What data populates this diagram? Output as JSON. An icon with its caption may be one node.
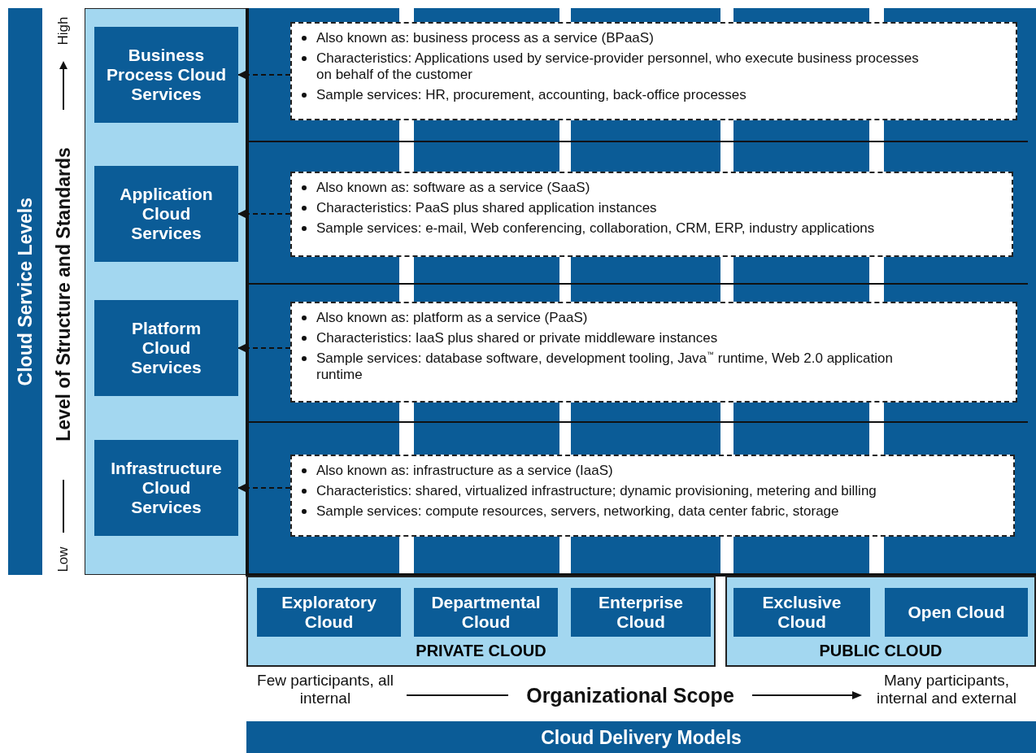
{
  "diagram": {
    "nodes": [
      {
        "text": [
          "Cloud Service Levels"
        ]
      },
      {
        "text": [
          "Business Process Cloud Services"
        ]
      },
      {
        "text": [
          "Application Cloud Services"
        ]
      },
      {
        "text": [
          "Platform Cloud Services"
        ]
      },
      {
        "text": [
          "Infrastructure Cloud Services"
        ]
      },
      {
        "text": [
          "Also known as: business process as a service (BPaaS)",
          "Characteristics: Applications used by service-provider personnel, who execute business processes on behalf of the customer",
          "Sample services: HR, procurement, accounting, back-office processes"
        ]
      },
      {
        "text": [
          "Also known as: software as a service (SaaS)",
          "Characteristics: PaaS plus shared application instances",
          "Sample services: e-mail, Web conferencing, collaboration, CRM, ERP, industry applications"
        ]
      },
      {
        "text": [
          "Also known as: platform as a service (PaaS)",
          "Characteristics: IaaS plus shared or private middleware instances",
          "Sample services: database software, development tooling, Java$^{™}$ runtime, Web 2.0 application runtime"
        ]
      },
      {
        "text": [
          "Also known as: infrastructure as a service (IaaS)",
          "Characteristics: shared, virtualized infrastructure; dynamic provisioning, metering and billing",
          "Sample services: compute resources, servers, networking, data center fabric, storage"
        ]
      },
      {
        "text": [
          "PRIVATE CLOUD"
        ]
      },
      {
        "text": [
          "Exploratory Cloud"
        ],
        "in": 9
      },
      {
        "text": [
          "Departmental Cloud"
        ],
        "in": 9
      },
      {
        "text": [
          "Enterprise Cloud"
        ],
        "in": 9
      },
      {
        "text": [
          "PUBLIC CLOUD"
        ]
      },
      {
        "text": [
          "Exclusive Cloud"
        ],
        "in": 13
      },
      {
        "text": [
          "Open Cloud"
        ],
        "in": 13
      },
      {
        "text": [
          "Cloud Delivery Models"
        ]
      }
    ],
    "edges": [
      {
        "from": 5,
        "to": 1,
        "arrow": "to",
        "style": "dashed"
      },
      {
        "from": 6,
        "to": 2,
        "arrow": "to",
        "style": "dashed"
      },
      {
        "from": 7,
        "to": 3,
        "arrow": "to",
        "style": "dashed"
      },
      {
        "from": 8,
        "to": 4,
        "arrow": "to",
        "style": "dashed"
      }
    ],
    "labels": [
      "High",
      "Level of Structure and Standards",
      "Low",
      "Few participants, all internal",
      "Organizational Scope",
      "Many participants, internal and external"
    ]
  }
}
